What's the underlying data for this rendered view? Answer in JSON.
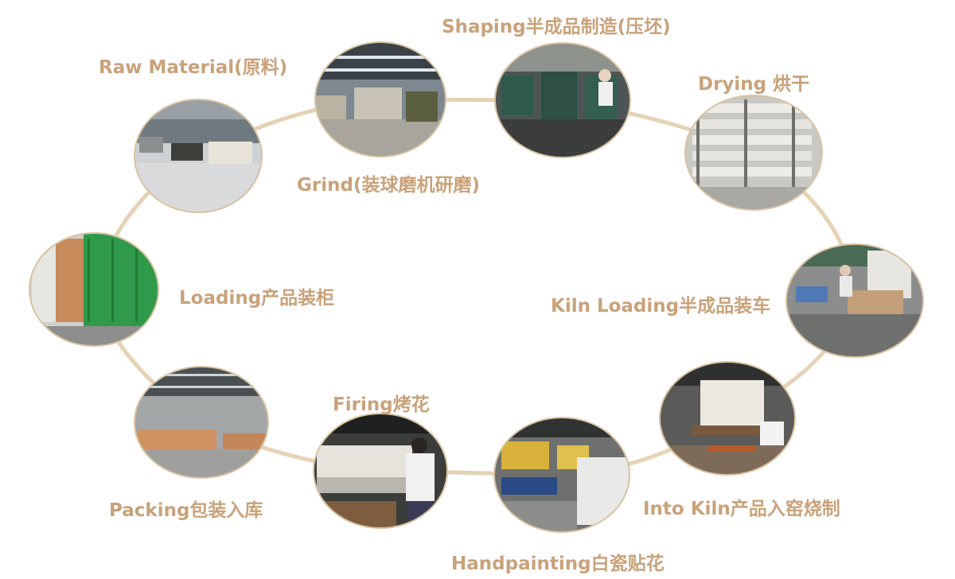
{
  "colors": {
    "ring": "#e6d2b4",
    "label": "#c9a27a",
    "photo_border": "#d8c3a2"
  },
  "steps": [
    {
      "id": "raw",
      "label": "Raw Material(原料)",
      "photo": "warehouse with wheel loader and sacks"
    },
    {
      "id": "grind",
      "label": "Grind(装球磨机研磨)",
      "photo": "factory hall with conveyor and loader"
    },
    {
      "id": "shaping",
      "label": "Shaping半成品制造(压坯)",
      "photo": "green forming machines with workers"
    },
    {
      "id": "drying",
      "label": "Drying 烘干",
      "photo": "metal racks of drying ware"
    },
    {
      "id": "kilnload",
      "label": "Kiln Loading半成品装车",
      "photo": "worker stacking ware onto kiln cars"
    },
    {
      "id": "intokiln",
      "label": "Into Kiln产品入窑烧制",
      "photo": "kiln entrance with loaded car"
    },
    {
      "id": "handpaint",
      "label": "Handpainting白瓷贴花",
      "photo": "stacks of white ware and pallets"
    },
    {
      "id": "firing",
      "label": "Firing烤花",
      "photo": "worker beside decorating kiln line"
    },
    {
      "id": "packing",
      "label": "Packing包装入库",
      "photo": "large warehouse with cartons"
    },
    {
      "id": "loading",
      "label": "Loading产品装柜",
      "photo": "green shipping container being loaded"
    }
  ]
}
